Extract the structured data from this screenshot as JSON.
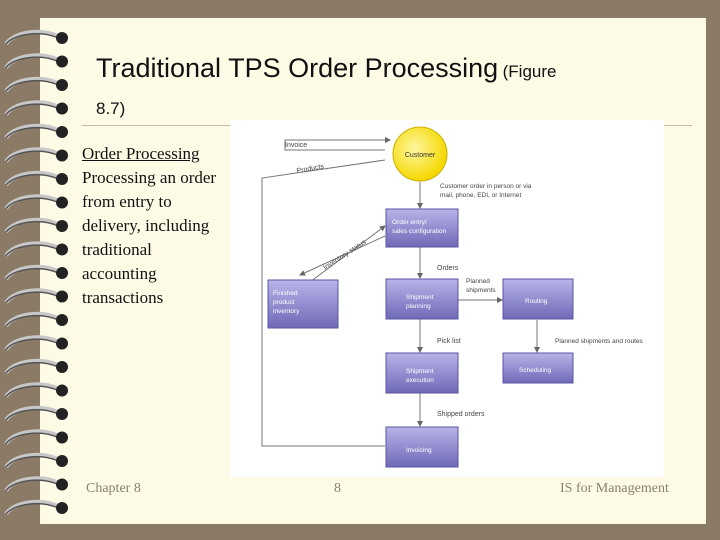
{
  "title": {
    "main": "Traditional TPS  Order Processing",
    "figure_ref": "(Figure",
    "figure_num": "8.7)"
  },
  "bullet": {
    "term": "Order Processing",
    "definition": "Processing an order from entry to delivery, including traditional accounting transactions"
  },
  "diagram": {
    "customer": "Customer",
    "invoice": "Invoice",
    "products": "Products",
    "customer_order_line1": "Customer order in person or via",
    "customer_order_line2": "mail, phone, EDI, or Internet",
    "order_entry_line1": "Order entry/",
    "order_entry_line2": "sales configuration",
    "inventory_status": "Inventory status",
    "orders": "Orders",
    "finished_line1": "Finished",
    "finished_line2": "product",
    "finished_line3": "inventory",
    "planned_line1": "Planned",
    "planned_line2": "shipments",
    "shipment_planning_line1": "Shipment",
    "shipment_planning_line2": "planning",
    "routing": "Routing",
    "pick_list": "Pick list",
    "planned_routes": "Planned shipments and routes",
    "shipment_exec_line1": "Shipment",
    "shipment_exec_line2": "execution",
    "scheduling": "Scheduling",
    "shipped_orders": "Shipped orders",
    "invoicing": "Invoicing"
  },
  "footer": {
    "chapter": "Chapter 8",
    "page": "8",
    "course": "IS for Management"
  },
  "colors": {
    "box": "#8f8ad0",
    "customer": "#ffe84a",
    "background": "#8b7a66",
    "paper": "#fdfbe6"
  }
}
